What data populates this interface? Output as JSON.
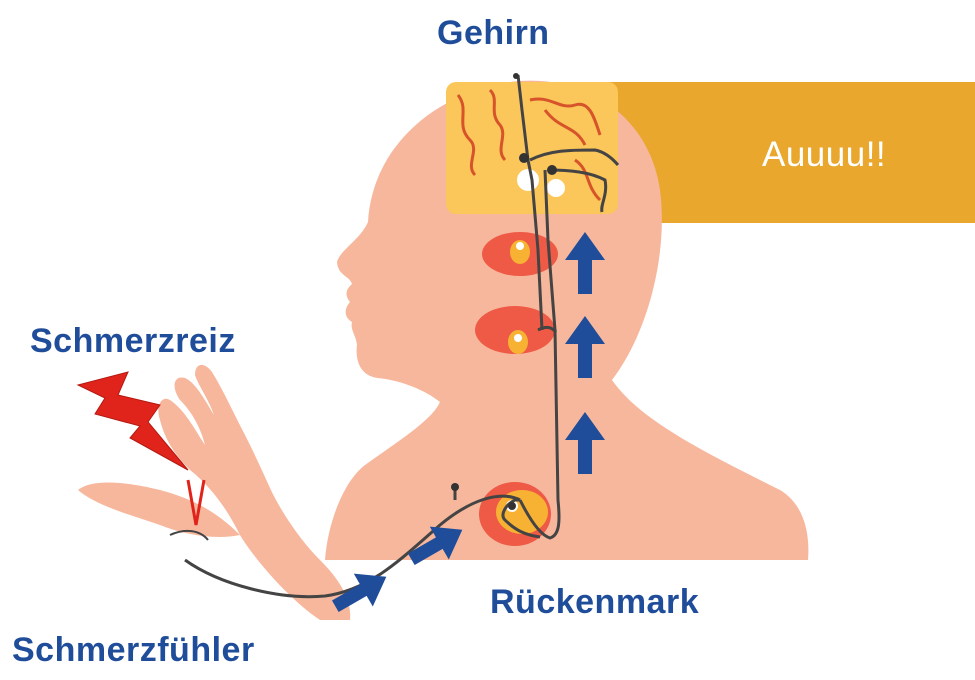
{
  "labels": {
    "brain": "Gehirn",
    "pain_stimulus": "Schmerzreiz",
    "spinal_cord": "Rückenmark",
    "pain_receptor": "Schmerzfühler",
    "pain_exclamation": "Auuuu!!"
  },
  "colors": {
    "label_blue": "#1f4d9a",
    "skin": "#f7b79c",
    "brain": "#fbc65a",
    "banner": "#e9a72d",
    "banner_text": "#ffffff",
    "spinal_red": "#ee5a45",
    "spinal_orange": "#f8b233",
    "nerve": "#444444",
    "lightning": "#e0241b",
    "arrow": "#1f4d9a"
  },
  "icons": {
    "pain_bolt": "lightning-bolt-icon",
    "signal_arrow": "arrow-icon"
  }
}
